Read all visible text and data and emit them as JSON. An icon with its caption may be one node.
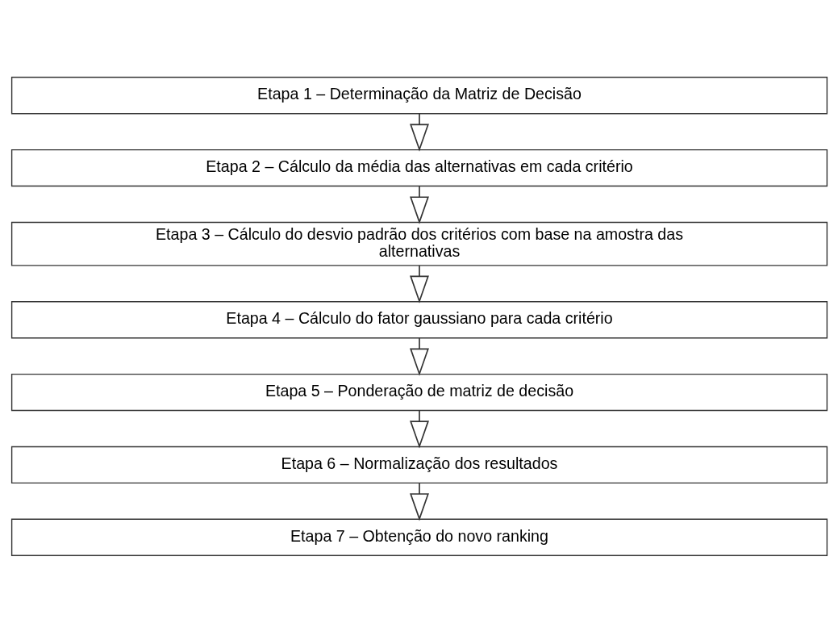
{
  "diagram": {
    "nodes": [
      {
        "text": [
          "Etapa 1 – Determinação da Matriz de Decisão"
        ]
      },
      {
        "text": [
          "Etapa 2 – Cálculo da média das alternativas em cada critério"
        ]
      },
      {
        "text": [
          "Etapa 3 – Cálculo do desvio padrão dos critérios com base na amostra das alternativas"
        ]
      },
      {
        "text": [
          "Etapa 4 – Cálculo do fator gaussiano para cada critério"
        ]
      },
      {
        "text": [
          "Etapa 5 – Ponderação de matriz de decisão"
        ]
      },
      {
        "text": [
          "Etapa 6 – Normalização dos resultados"
        ]
      },
      {
        "text": [
          "Etapa 7 – Obtenção do novo ranking"
        ]
      }
    ],
    "edges": [
      {
        "from": 0,
        "to": 1,
        "arrow": "to"
      },
      {
        "from": 1,
        "to": 2,
        "arrow": "to"
      },
      {
        "from": 2,
        "to": 3,
        "arrow": "to"
      },
      {
        "from": 3,
        "to": 4,
        "arrow": "to"
      },
      {
        "from": 4,
        "to": 5,
        "arrow": "to"
      },
      {
        "from": 5,
        "to": 6,
        "arrow": "to"
      }
    ]
  }
}
